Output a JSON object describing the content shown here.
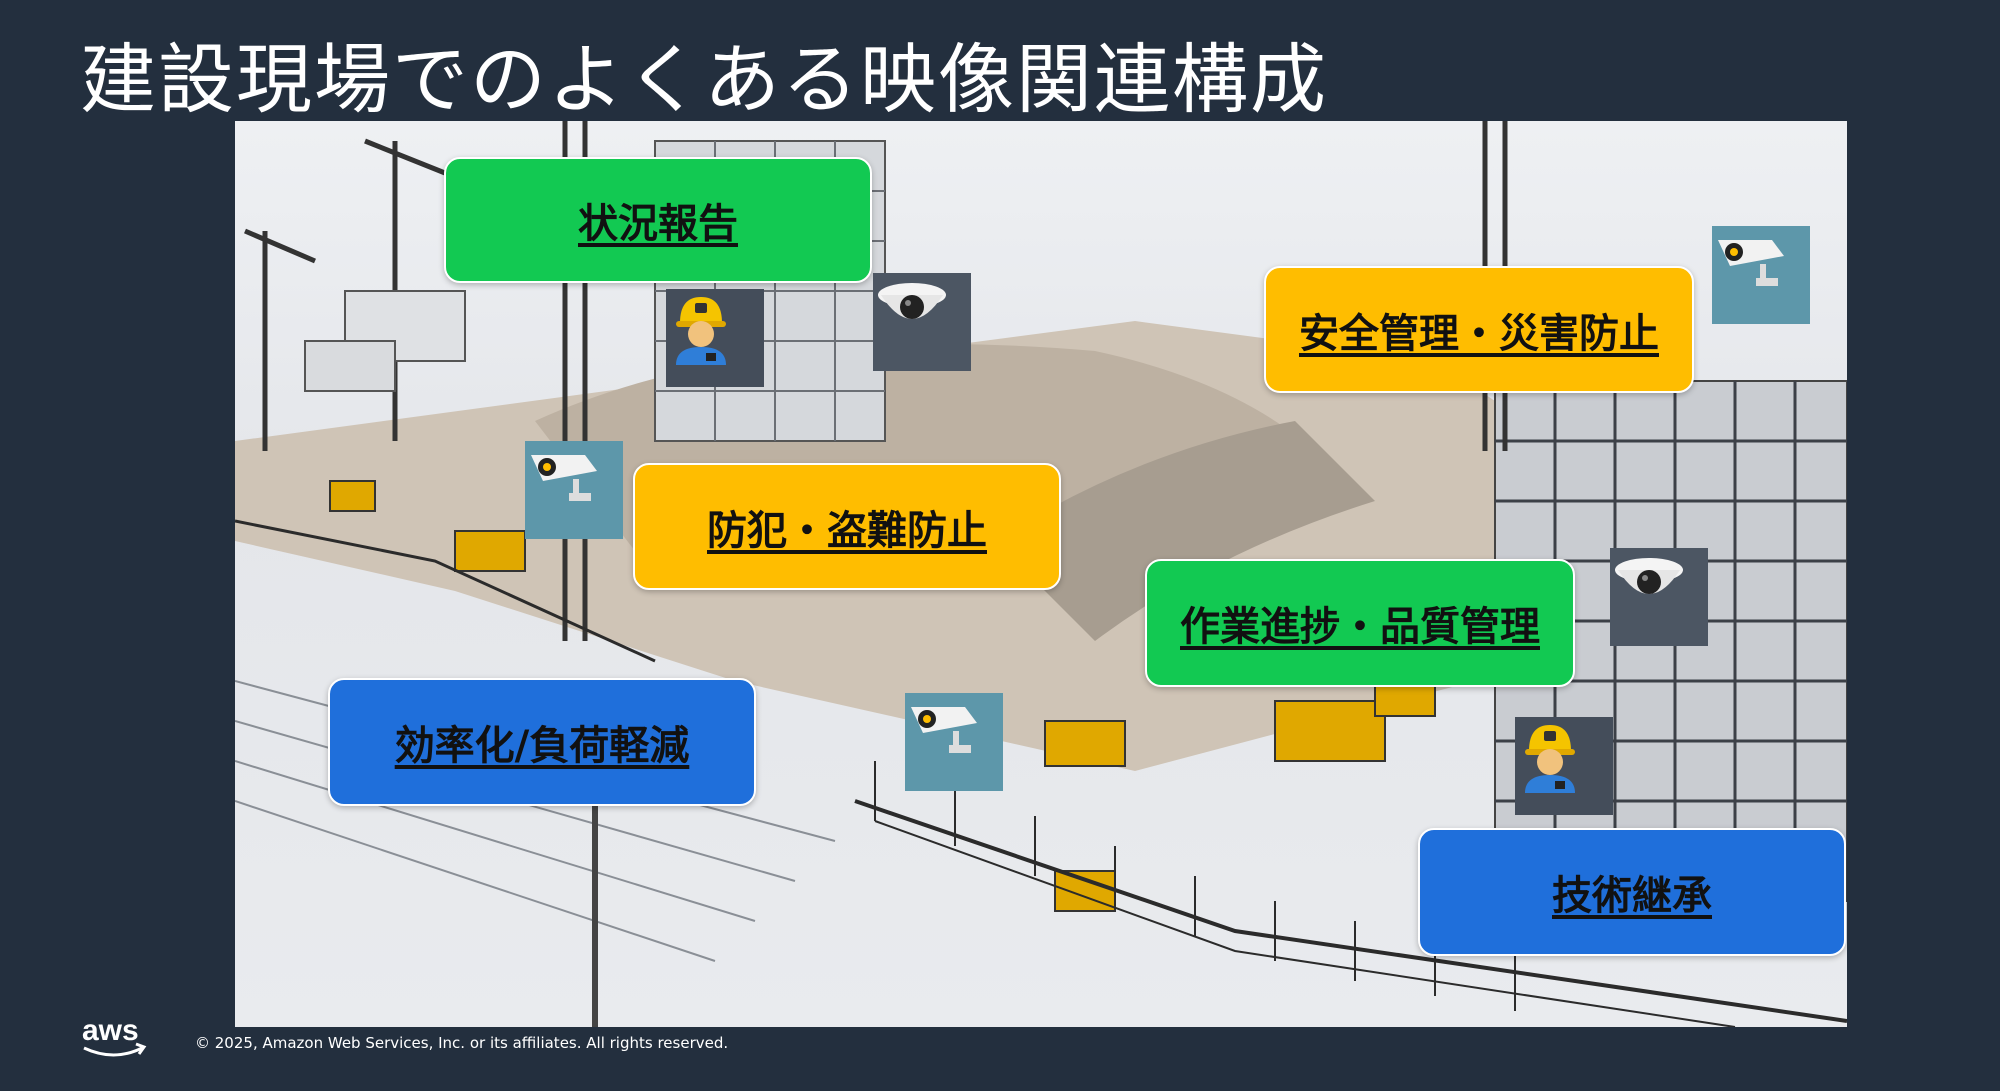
{
  "title": "建設現場でのよくある映像関連構成",
  "labels": {
    "status_report": "状況報告",
    "safety": "安全管理・災害防止",
    "crime": "防犯・盗難防止",
    "progress": "作業進捗・品質管理",
    "efficiency": "効率化/負荷軽減",
    "skills": "技術継承"
  },
  "icons": [
    "worker-camera-icon",
    "dome-camera-icon",
    "security-camera-icon"
  ],
  "colors": {
    "green": "#12c952",
    "amber": "#ffbd00",
    "blue": "#1f6fdb",
    "background": "#232f3e"
  },
  "footer": {
    "logo_text": "aws",
    "copyright": "© 2025, Amazon Web Services, Inc. or its affiliates. All rights reserved."
  }
}
